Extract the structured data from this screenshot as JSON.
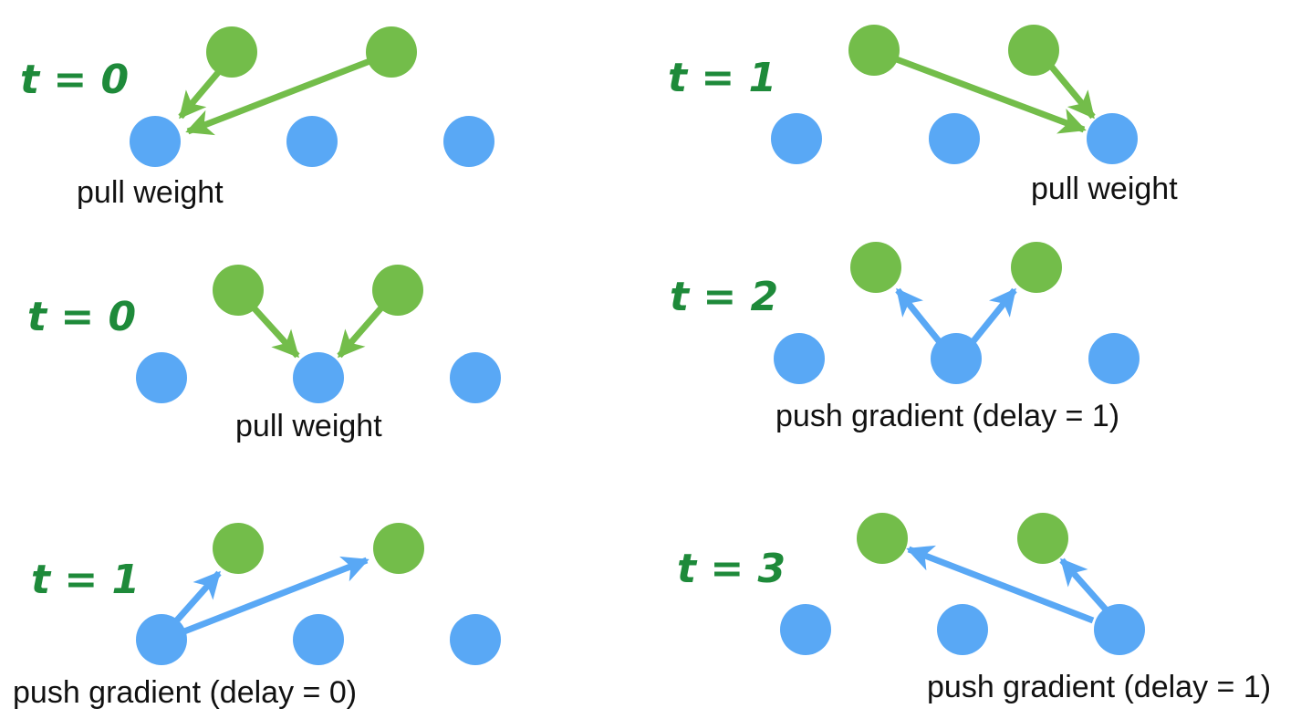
{
  "colors": {
    "server": "#73bd4a",
    "worker": "#59a8f5",
    "pull_arrow": "#73bd4a",
    "push_arrow": "#59a8f5",
    "time_label": "#1e8a3a",
    "caption": "#111111"
  },
  "panels": [
    {
      "id": "p1",
      "time_label": "t = 0",
      "caption": "pull weight",
      "action": "pull",
      "active_worker": 1
    },
    {
      "id": "p2",
      "time_label": "t = 1",
      "caption": "pull weight",
      "action": "pull",
      "active_worker": 3
    },
    {
      "id": "p3",
      "time_label": "t = 0",
      "caption": "pull weight",
      "action": "pull",
      "active_worker": 2
    },
    {
      "id": "p4",
      "time_label": "t = 2",
      "caption": "push gradient (delay = 1)",
      "action": "push",
      "active_worker": 2
    },
    {
      "id": "p5",
      "time_label": "t = 1",
      "caption": "push gradient (delay = 0)",
      "action": "push",
      "active_worker": 1
    },
    {
      "id": "p6",
      "time_label": "t = 3",
      "caption": "push gradient (delay = 1)",
      "action": "push",
      "active_worker": 3
    }
  ]
}
